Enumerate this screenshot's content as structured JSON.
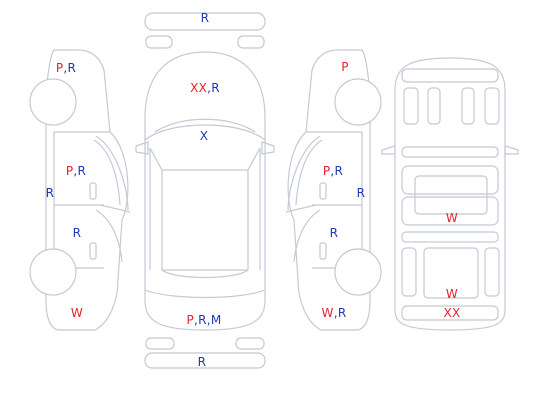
{
  "colors": {
    "outline": "#c4c9d4",
    "red_code": "#e8202a",
    "blue_code": "#1f3bb3"
  },
  "labels": {
    "front_bumper": "R",
    "left_front_wheel": {
      "p": "P",
      "comma": ",",
      "r": "R"
    },
    "left_front_door": {
      "p": "P",
      "comma": ",",
      "r": "R"
    },
    "left_sill": "R",
    "left_rear_door": "R",
    "left_rear": "W",
    "hood": {
      "xx": "XX",
      "comma": ",",
      "r": "R"
    },
    "windshield": "X",
    "rear_panel": {
      "p": "P",
      "comma1": ",",
      "r": "R",
      "comma2": ",",
      "m": "M"
    },
    "rear_bumper": "R",
    "right_front_wheel": "P",
    "right_front_door": {
      "p": "P",
      "comma": ",",
      "r": "R"
    },
    "right_sill": "R",
    "right_rear_door": "R",
    "right_rear": {
      "w": "W",
      "comma": ",",
      "r": "R"
    },
    "interior_middle": "W",
    "interior_rear": "W",
    "interior_bottom": "XX"
  }
}
